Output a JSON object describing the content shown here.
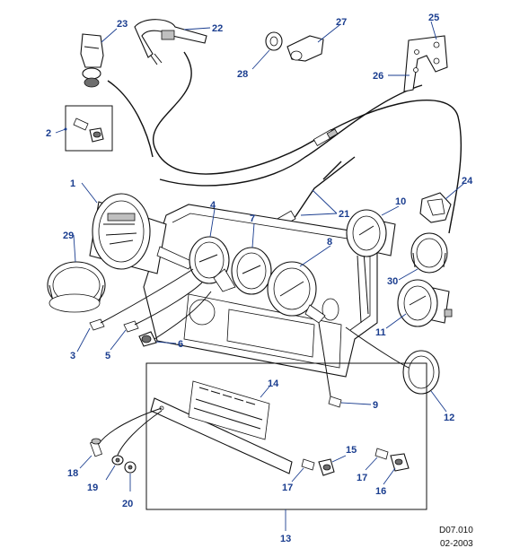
{
  "callouts": [
    {
      "label": "1"
    },
    {
      "label": "2"
    },
    {
      "label": "3"
    },
    {
      "label": "4"
    },
    {
      "label": "5"
    },
    {
      "label": "6"
    },
    {
      "label": "7"
    },
    {
      "label": "8"
    },
    {
      "label": "9"
    },
    {
      "label": "10"
    },
    {
      "label": "11"
    },
    {
      "label": "12"
    },
    {
      "label": "13"
    },
    {
      "label": "14"
    },
    {
      "label": "15"
    },
    {
      "label": "16"
    },
    {
      "label": "17"
    },
    {
      "label": "17"
    },
    {
      "label": "18"
    },
    {
      "label": "19"
    },
    {
      "label": "20"
    },
    {
      "label": "21"
    },
    {
      "label": "22"
    },
    {
      "label": "23"
    },
    {
      "label": "24"
    },
    {
      "label": "25"
    },
    {
      "label": "26"
    },
    {
      "label": "27"
    },
    {
      "label": "28"
    },
    {
      "label": "29"
    },
    {
      "label": "30"
    }
  ],
  "reference": {
    "code": "D07.010",
    "date": "02-2003"
  },
  "colors": {
    "callout": "#1a3d8f",
    "linework": "#111111"
  }
}
